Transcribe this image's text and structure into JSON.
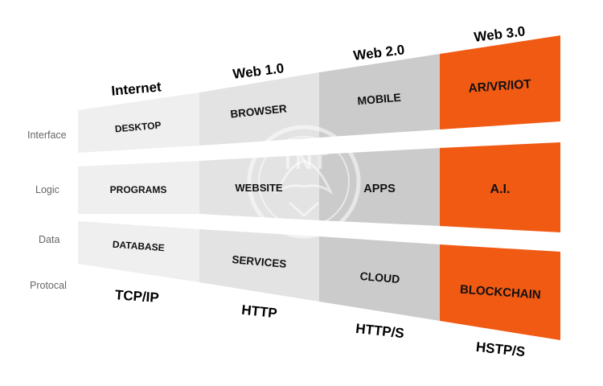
{
  "row_labels": {
    "interface": "Interface",
    "logic": "Logic",
    "data": "Data",
    "protocol": "Protocal"
  },
  "eras": [
    {
      "name": "Internet",
      "interface": "DESKTOP",
      "logic": "PROGRAMS",
      "data": "DATABASE",
      "protocol": "TCP/IP"
    },
    {
      "name": "Web 1.0",
      "interface": "BROWSER",
      "logic": "WEBSITE",
      "data": "SERVICES",
      "protocol": "HTTP"
    },
    {
      "name": "Web 2.0",
      "interface": "MOBILE",
      "logic": "APPS",
      "data": "CLOUD",
      "protocol": "HTTP/S"
    },
    {
      "name": "Web 3.0",
      "interface": "AR/VR/IOT",
      "logic": "A.I.",
      "data": "BLOCKCHAIN",
      "protocol": "HSTP/S"
    }
  ],
  "watermark": "TNT",
  "colors": {
    "col1": "#efefef",
    "col2": "#e3e3e3",
    "col3": "#cbcbcb",
    "col4": "#f15a13"
  }
}
